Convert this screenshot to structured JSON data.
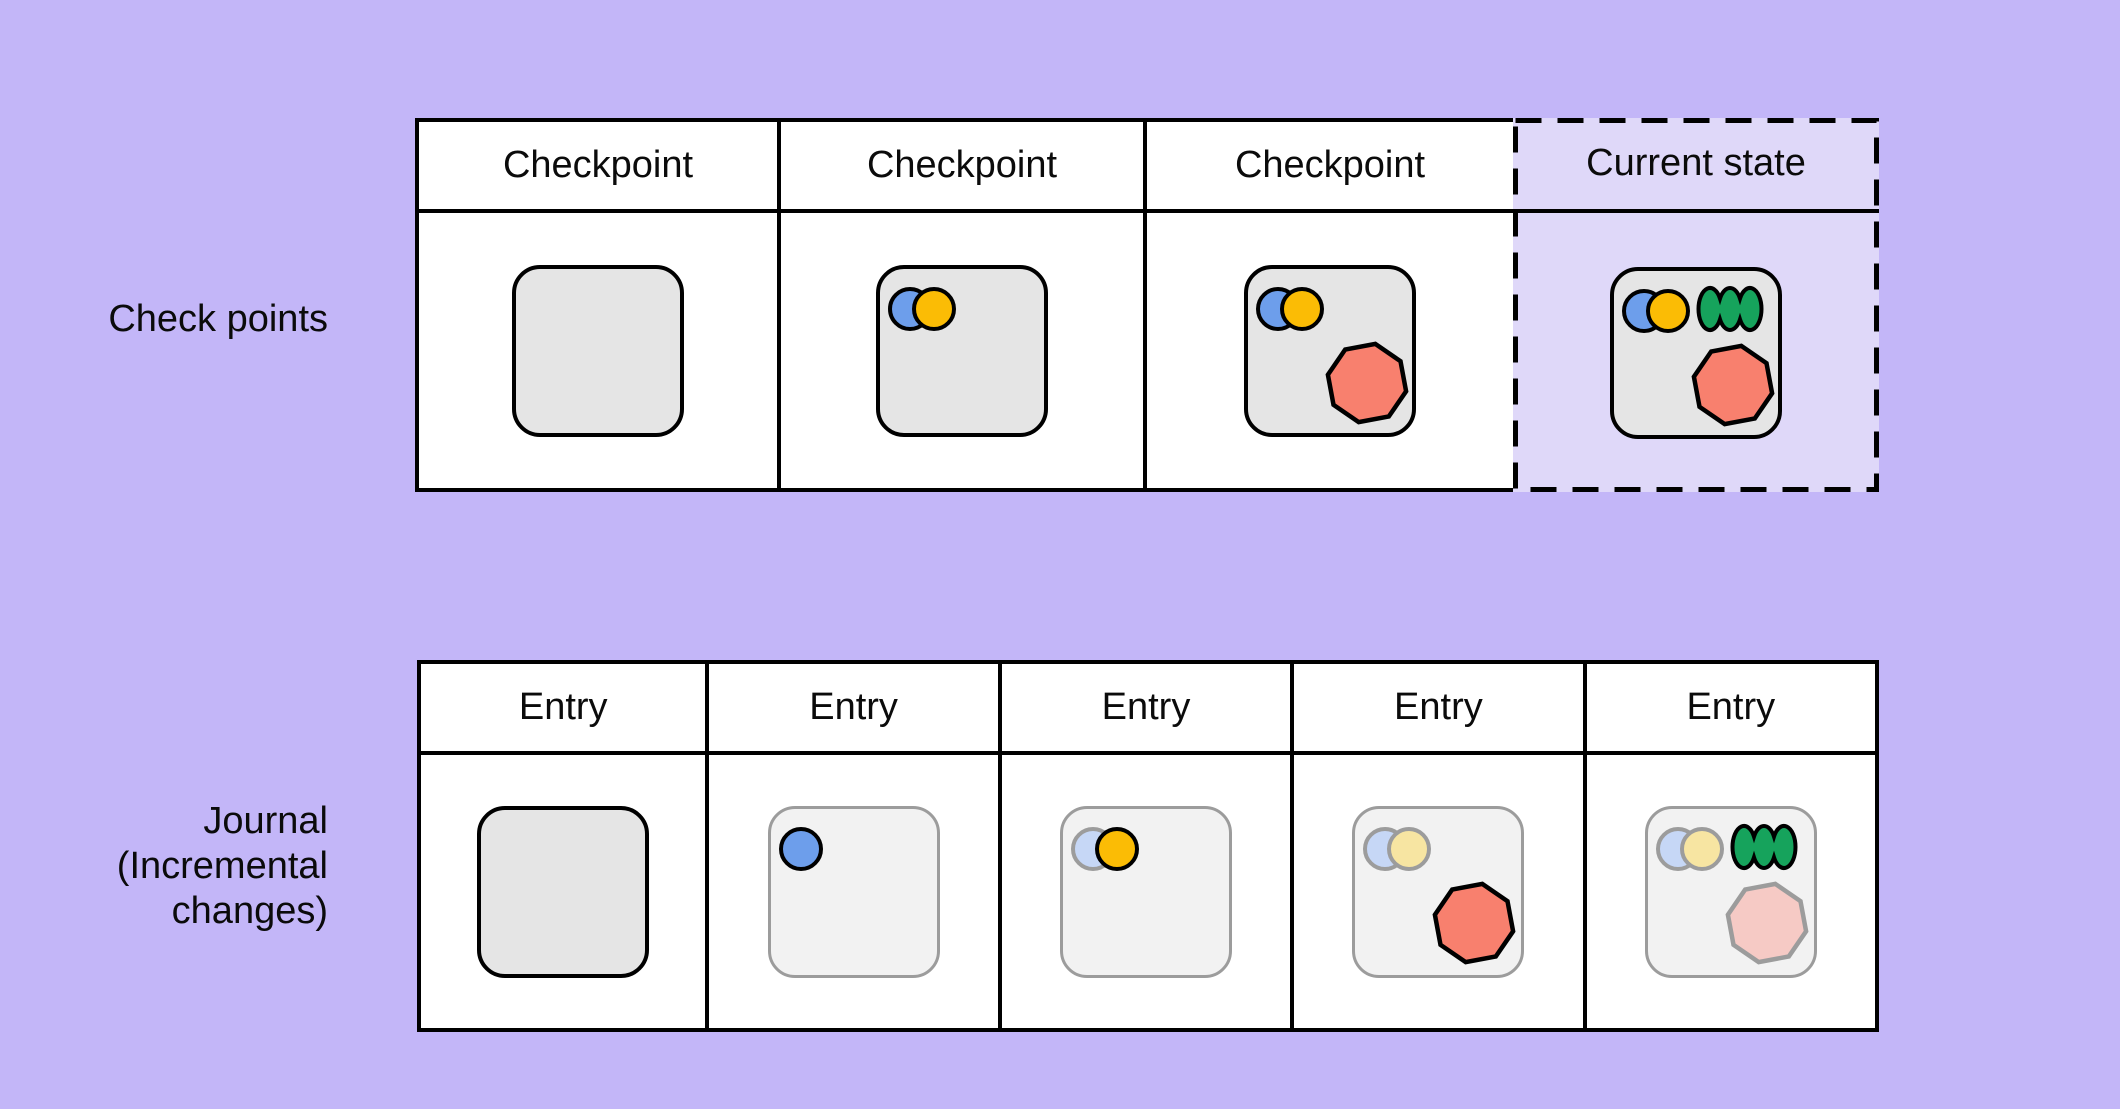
{
  "colors": {
    "background": "#C3B6F8",
    "table_bg": "#FFFFFF",
    "current_state_bg": "#DFD8F9",
    "line": "#000000",
    "checkpoint_card_fill": "#E5E5E5",
    "entry_card_fill": "#F2F2F2",
    "faded_border": "#9C9C9C",
    "blue": "#6D9EEB",
    "yellow": "#FBBC05",
    "green": "#16A35C",
    "red": "#F8806E",
    "faded_blue": "#C6D7F6",
    "faded_yellow": "#F7E5A2",
    "faded_red": "#F6CAC5"
  },
  "checkpoints": {
    "row_label": "Check points",
    "headers": [
      "Checkpoint",
      "Checkpoint",
      "Checkpoint",
      "Current state"
    ],
    "cells": [
      {
        "shapes": []
      },
      {
        "shapes": [
          "blue-circle",
          "yellow-circle"
        ]
      },
      {
        "shapes": [
          "blue-circle",
          "yellow-circle",
          "red-octagon"
        ]
      },
      {
        "shapes": [
          "blue-circle",
          "yellow-circle",
          "green-blob",
          "red-octagon"
        ]
      }
    ]
  },
  "journal": {
    "row_label": "Journal (Incremental changes)",
    "row_label_lines": [
      "Journal",
      "(Incremental",
      "changes)"
    ],
    "headers": [
      "Entry",
      "Entry",
      "Entry",
      "Entry",
      "Entry"
    ],
    "cells": [
      {
        "shapes": []
      },
      {
        "shapes": [
          "blue-circle"
        ]
      },
      {
        "shapes": [
          "faded-blue-circle",
          "yellow-circle"
        ]
      },
      {
        "shapes": [
          "faded-blue-circle",
          "faded-yellow-circle",
          "red-octagon"
        ]
      },
      {
        "shapes": [
          "faded-blue-circle",
          "faded-yellow-circle",
          "green-blob",
          "faded-red-octagon"
        ]
      }
    ]
  }
}
